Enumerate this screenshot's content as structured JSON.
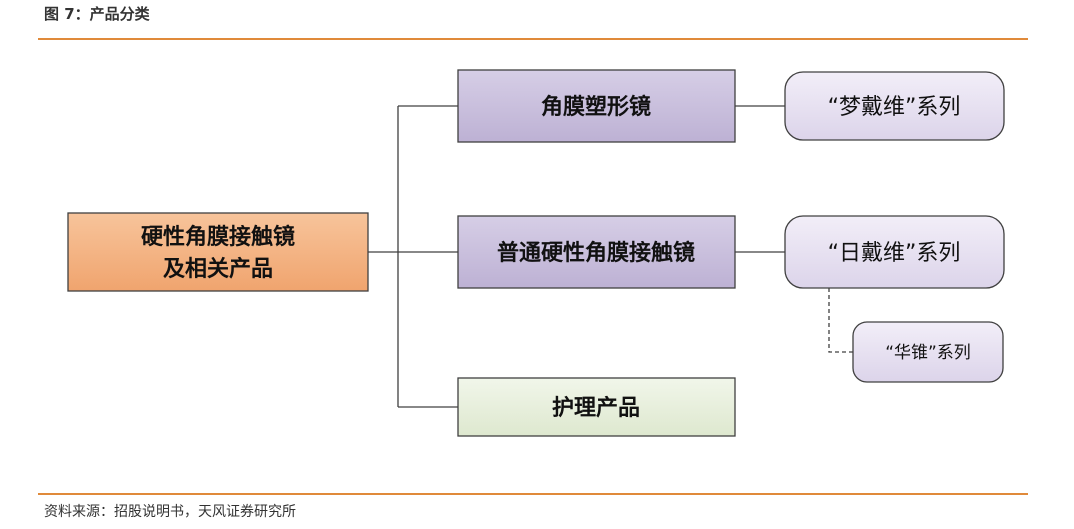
{
  "figure_title": "图 7：产品分类",
  "source": "资料来源：招股说明书，天风证券研究所",
  "diagram": {
    "root": {
      "line1": "硬性角膜接触镜",
      "line2": "及相关产品"
    },
    "categories": [
      {
        "label": "角膜塑形镜"
      },
      {
        "label": "普通硬性角膜接触镜"
      },
      {
        "label": "护理产品"
      }
    ],
    "series": [
      {
        "label": "“梦戴维”系列"
      },
      {
        "label": "“日戴维”系列"
      },
      {
        "label": "“华锥”系列"
      }
    ],
    "colors": {
      "root_fill": "#F4B183",
      "category_fill": "#C9BFDC",
      "care_fill": "#E8F0DC",
      "series_fill": "#E6E0F0",
      "rule": "#E08A3A",
      "border": "#404040"
    }
  }
}
